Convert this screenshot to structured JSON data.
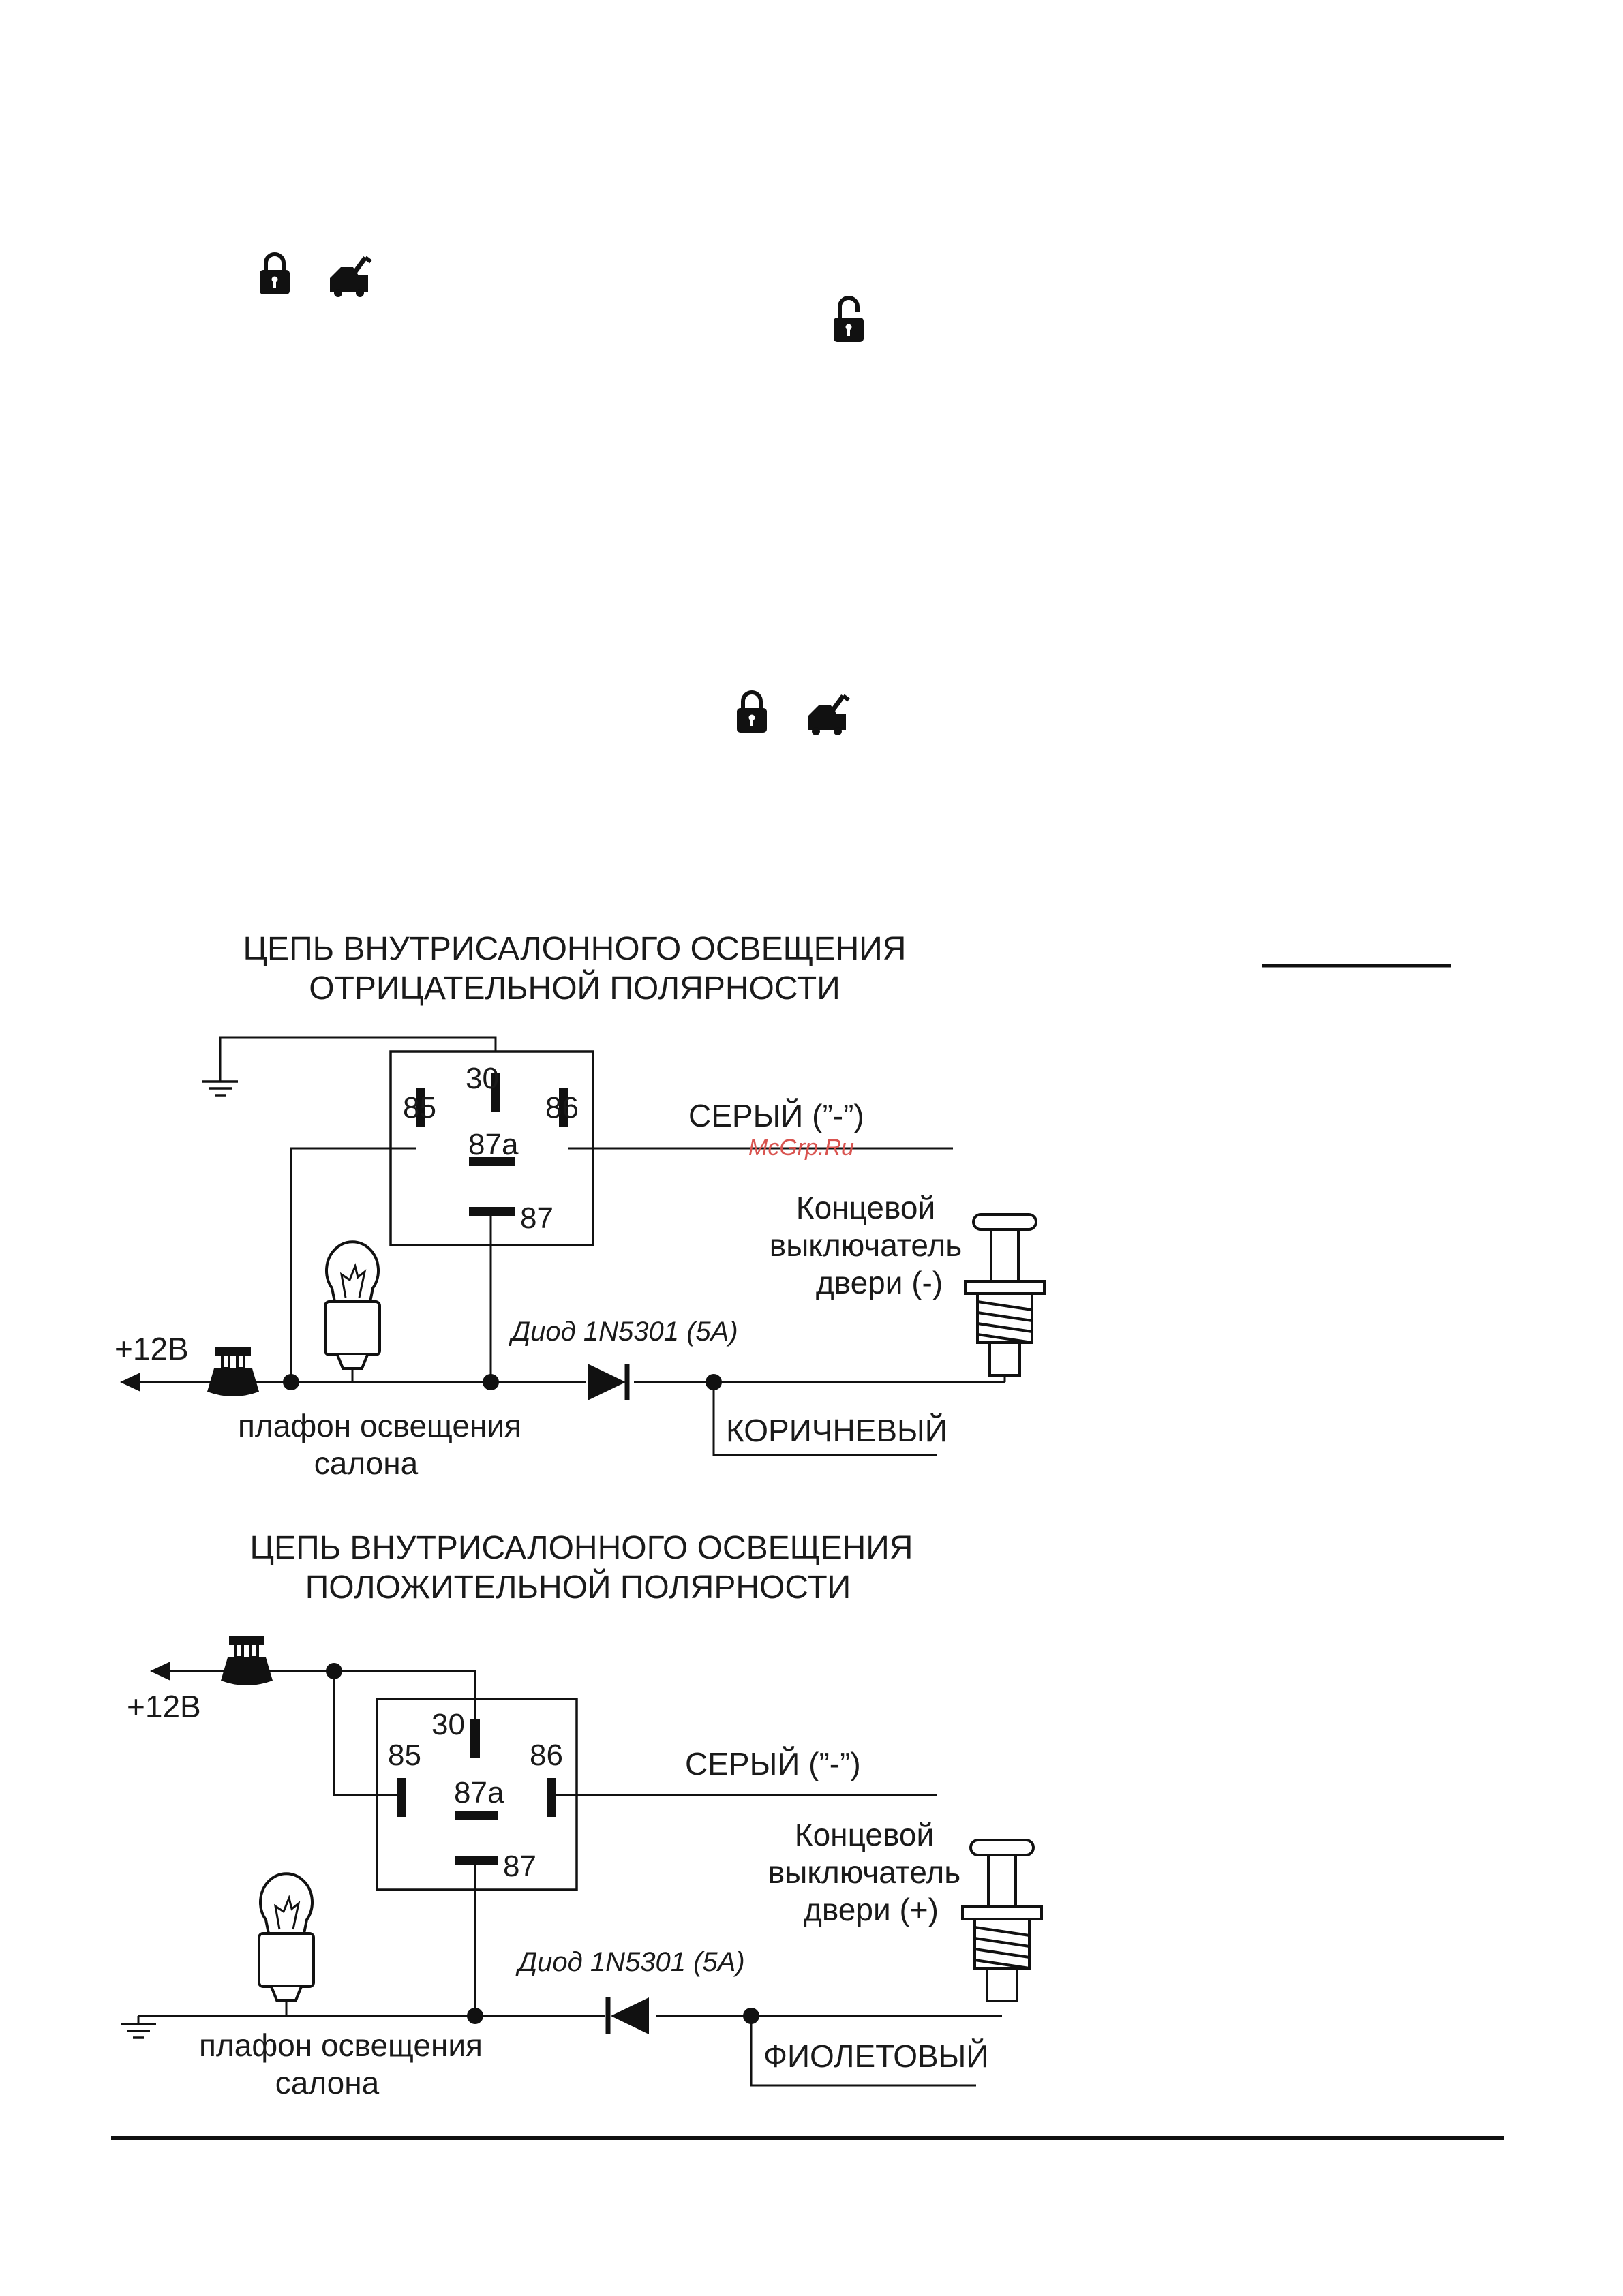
{
  "icons": [
    "padlock-icon",
    "car-trunk-icon"
  ],
  "colors": {
    "ink": "#111111",
    "watermark": "#d9534f",
    "background": "#ffffff"
  },
  "neg_circuit": {
    "title_line1": "ЦЕПЬ ВНУТРИСАЛОННОГО ОСВЕЩЕНИЯ",
    "title_line2": "ОТРИЦАТЕЛЬНОЙ ПОЛЯРНОСТИ",
    "pin_30": "30",
    "pin_85": "85",
    "pin_86": "86",
    "pin_87a": "87a",
    "pin_87": "87",
    "wire_grey": "СЕРЫЙ (”-”)",
    "switch_line1": "Концевой",
    "switch_line2": "выключатель",
    "switch_line3": "двери (-)",
    "supply": "+12В",
    "diode": "Диод 1N5301 (5A)",
    "wire_brown": "КОРИЧНЕВЫЙ",
    "lamp_line1": "плафон освещения",
    "lamp_line2": "салона",
    "watermark": "McGrp.Ru"
  },
  "pos_circuit": {
    "title_line1": "ЦЕПЬ ВНУТРИСАЛОННОГО ОСВЕЩЕНИЯ",
    "title_line2": "ПОЛОЖИТЕЛЬНОЙ ПОЛЯРНОСТИ",
    "supply": "+12В",
    "pin_30": "30",
    "pin_85": "85",
    "pin_86": "86",
    "pin_87a": "87a",
    "pin_87": "87",
    "wire_grey": "СЕРЫЙ (”-”)",
    "switch_line1": "Концевой",
    "switch_line2": "выключатель",
    "switch_line3": "двери (+)",
    "diode": "Диод 1N5301 (5A)",
    "wire_violet": "ФИОЛЕТОВЫЙ",
    "lamp_line1": "плафон освещения",
    "lamp_line2": "салона"
  }
}
